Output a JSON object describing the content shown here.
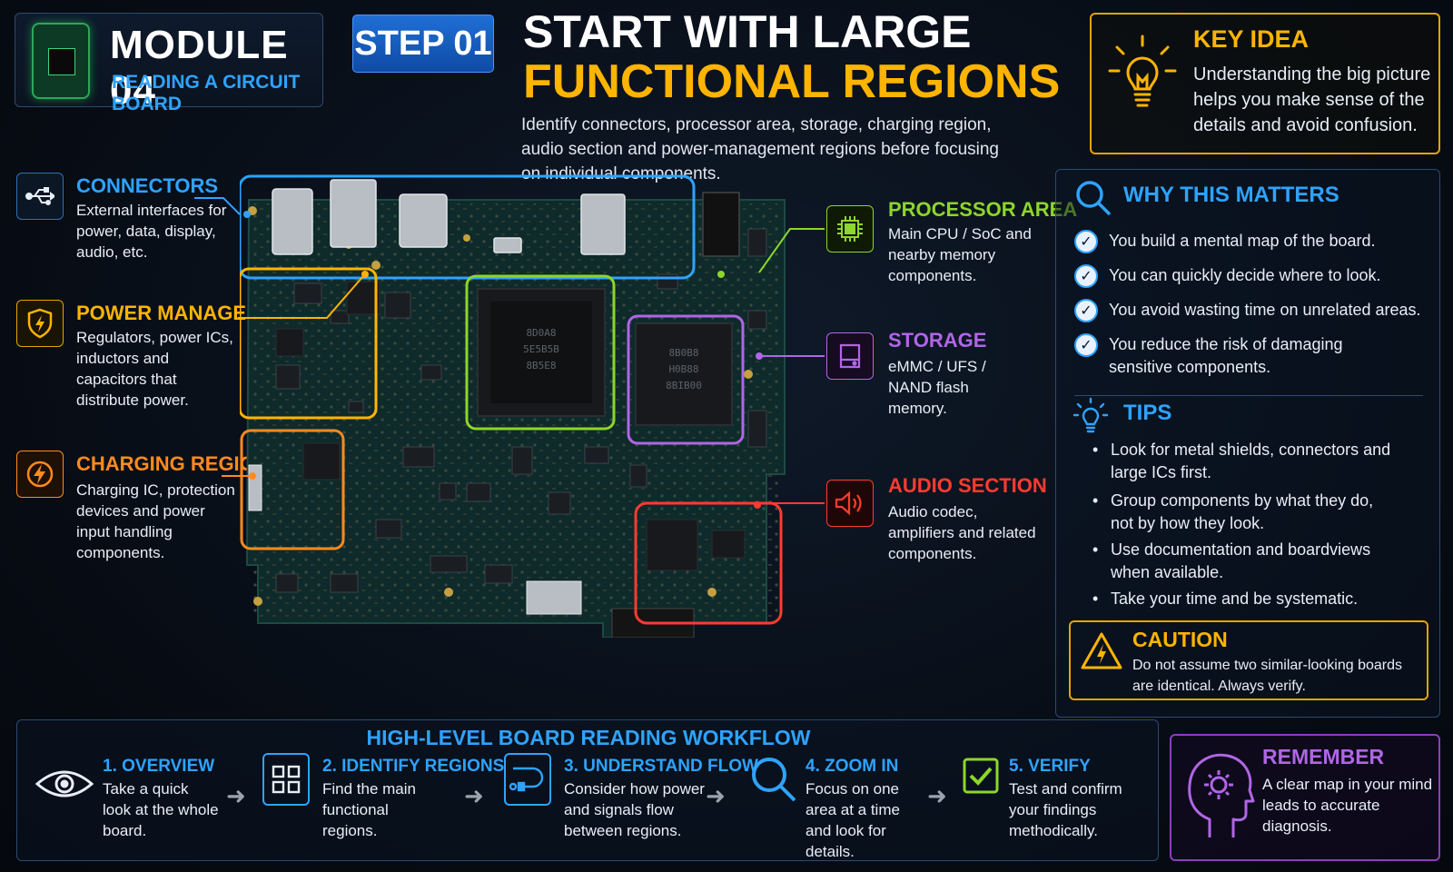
{
  "module": {
    "title": "MODULE 04",
    "subtitle": "READING A CIRCUIT BOARD"
  },
  "step": "STEP 01",
  "headline": {
    "line1": "START WITH LARGE",
    "line2": "FUNCTIONAL REGIONS"
  },
  "intro": "Identify connectors, processor area, storage, charging region, audio section and power-management regions before focusing on individual components.",
  "key_idea": {
    "title": "KEY IDEA",
    "body": "Understanding the big picture helps you make sense of the details and avoid confusion."
  },
  "regions_left": [
    {
      "title": "CONNECTORS",
      "body": "External interfaces for power, data, display, audio, etc.",
      "color": "#2ea3ff",
      "icon": "usb-icon"
    },
    {
      "title": "POWER MANAGEMENT",
      "body": "Regulators, power ICs, inductors and capacitors that distribute power.",
      "color": "#ffb400",
      "icon": "shield-bolt-icon"
    },
    {
      "title": "CHARGING REGION",
      "body": "Charging IC, protection devices and power input handling components.",
      "color": "#ff8a1f",
      "icon": "bolt-icon"
    }
  ],
  "regions_right": [
    {
      "title": "PROCESSOR AREA",
      "body": "Main CPU / SoC and nearby memory components.",
      "color": "#8dd62a",
      "icon": "chip-icon"
    },
    {
      "title": "STORAGE",
      "body": "eMMC / UFS / NAND flash memory.",
      "color": "#b066e6",
      "icon": "storage-icon"
    },
    {
      "title": "AUDIO SECTION",
      "body": "Audio codec, amplifiers and related components.",
      "color": "#ff3b30",
      "icon": "speaker-icon"
    }
  ],
  "why_matters": {
    "title": "WHY THIS MATTERS",
    "items": [
      "You build a mental map of the board.",
      "You can quickly decide where to look.",
      "You avoid wasting time on unrelated areas.",
      "You reduce the risk of damaging sensitive components."
    ]
  },
  "tips": {
    "title": "TIPS",
    "items": [
      "Look for metal shields, connectors and large ICs first.",
      "Group components by what they do, not by how they look.",
      "Use documentation and boardviews when available.",
      "Take your time and be systematic."
    ]
  },
  "caution": {
    "title": "CAUTION",
    "body": "Do not assume two similar-looking boards are identical. Always verify."
  },
  "workflow": {
    "title": "HIGH-LEVEL BOARD READING WORKFLOW",
    "steps": [
      {
        "title": "1. OVERVIEW",
        "body": "Take a quick look at the whole board.",
        "icon": "eye-icon"
      },
      {
        "title": "2. IDENTIFY REGIONS",
        "body": "Find the main functional regions.",
        "icon": "grid-icon"
      },
      {
        "title": "3. UNDERSTAND FLOW",
        "body": "Consider how power and signals flow between regions.",
        "icon": "flow-icon"
      },
      {
        "title": "4. ZOOM IN",
        "body": "Focus on one area at a time and look for details.",
        "icon": "magnifier-icon"
      },
      {
        "title": "5. VERIFY",
        "body": "Test and confirm your findings methodically.",
        "icon": "checkbox-icon"
      }
    ]
  },
  "remember": {
    "title": "REMEMBER",
    "body": "A clear map in your mind leads to accurate diagnosis."
  },
  "board_chip_labels": {
    "soc": [
      "8D0A8",
      "5E5B5B",
      "8B5E8"
    ],
    "storage": [
      "8B0B8",
      "H0B88",
      "8BIB00"
    ]
  }
}
